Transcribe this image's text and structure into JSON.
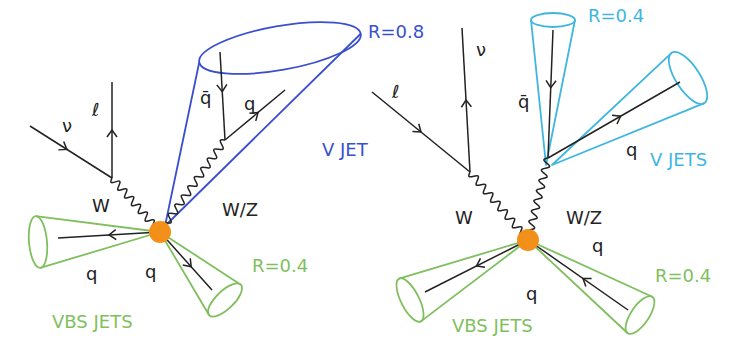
{
  "diagram": {
    "labels": [
      "ν",
      "ℓ",
      "q̄",
      "q",
      "W",
      "W/Z",
      "q",
      "q",
      "R=0.8",
      "V JET",
      "R=0.4",
      "VBS JETS",
      "ℓ",
      "ν",
      "q̄",
      "q",
      "W",
      "W/Z",
      "q",
      "q",
      "R=0.4",
      "V JETS",
      "R=0.4",
      "VBS JETS"
    ]
  }
}
